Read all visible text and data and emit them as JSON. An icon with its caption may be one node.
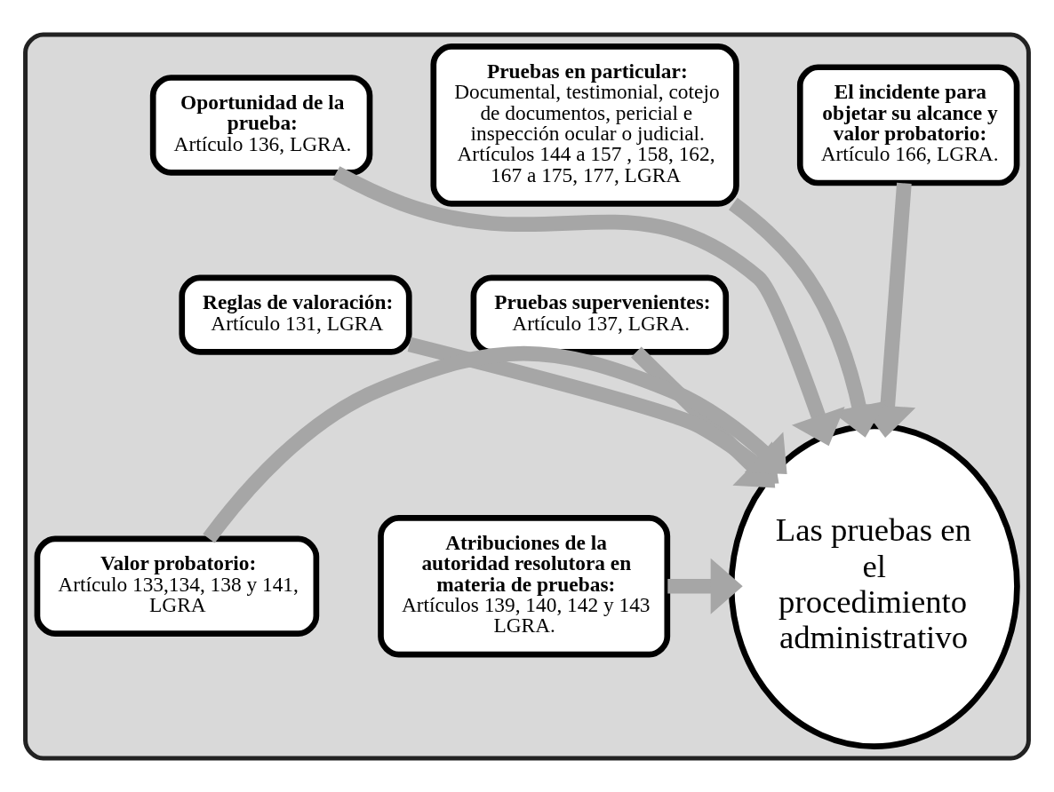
{
  "diagram": {
    "nodes": [
      {
        "text": [],
        "shape": "box"
      },
      {
        "text": [
          "El incidente para objetar su alcance y valor probatorio:",
          "Artículo 166, LGRA."
        ],
        "in": 0
      },
      {
        "text": [
          "Pruebas en particular:",
          "Documental, testimonial, cotejo de documentos, pericial e inspección ocular o judicial. Artículos 144 a 157 , 158, 162, 167 a 175, 177, LGRA"
        ],
        "in": 0
      },
      {
        "text": [
          "Oportunidad de la prueba:",
          "Artículo 136, LGRA."
        ],
        "in": 0
      },
      {
        "text": [
          "Pruebas supervenientes:",
          "Artículo 137, LGRA."
        ],
        "in": 0
      },
      {
        "text": [
          "Reglas de valoración:",
          "Artículo 131, LGRA"
        ],
        "in": 0
      },
      {
        "text": [
          "Atribuciones de la autoridad resolutora en materia de pruebas:",
          "Artículos 139, 140, 142 y 143 LGRA."
        ],
        "in": 0
      },
      {
        "text": [
          "Valor probatorio:",
          "Artículo 133,134, 138 y 141, LGRA"
        ],
        "in": 0
      },
      {
        "text": [
          "Las pruebas en el procedimiento administrativo"
        ],
        "in": 0
      }
    ],
    "edges": [
      {
        "from": 1,
        "to": 8,
        "arrow": "to"
      },
      {
        "from": 2,
        "to": 8,
        "arrow": "to"
      },
      {
        "from": 3,
        "to": 8,
        "arrow": "to"
      },
      {
        "from": 4,
        "to": 8,
        "arrow": "to"
      },
      {
        "from": 5,
        "to": 8,
        "arrow": "to"
      },
      {
        "from": 6,
        "to": 8,
        "arrow": "to"
      },
      {
        "from": 7,
        "to": 8,
        "arrow": "to"
      }
    ]
  }
}
